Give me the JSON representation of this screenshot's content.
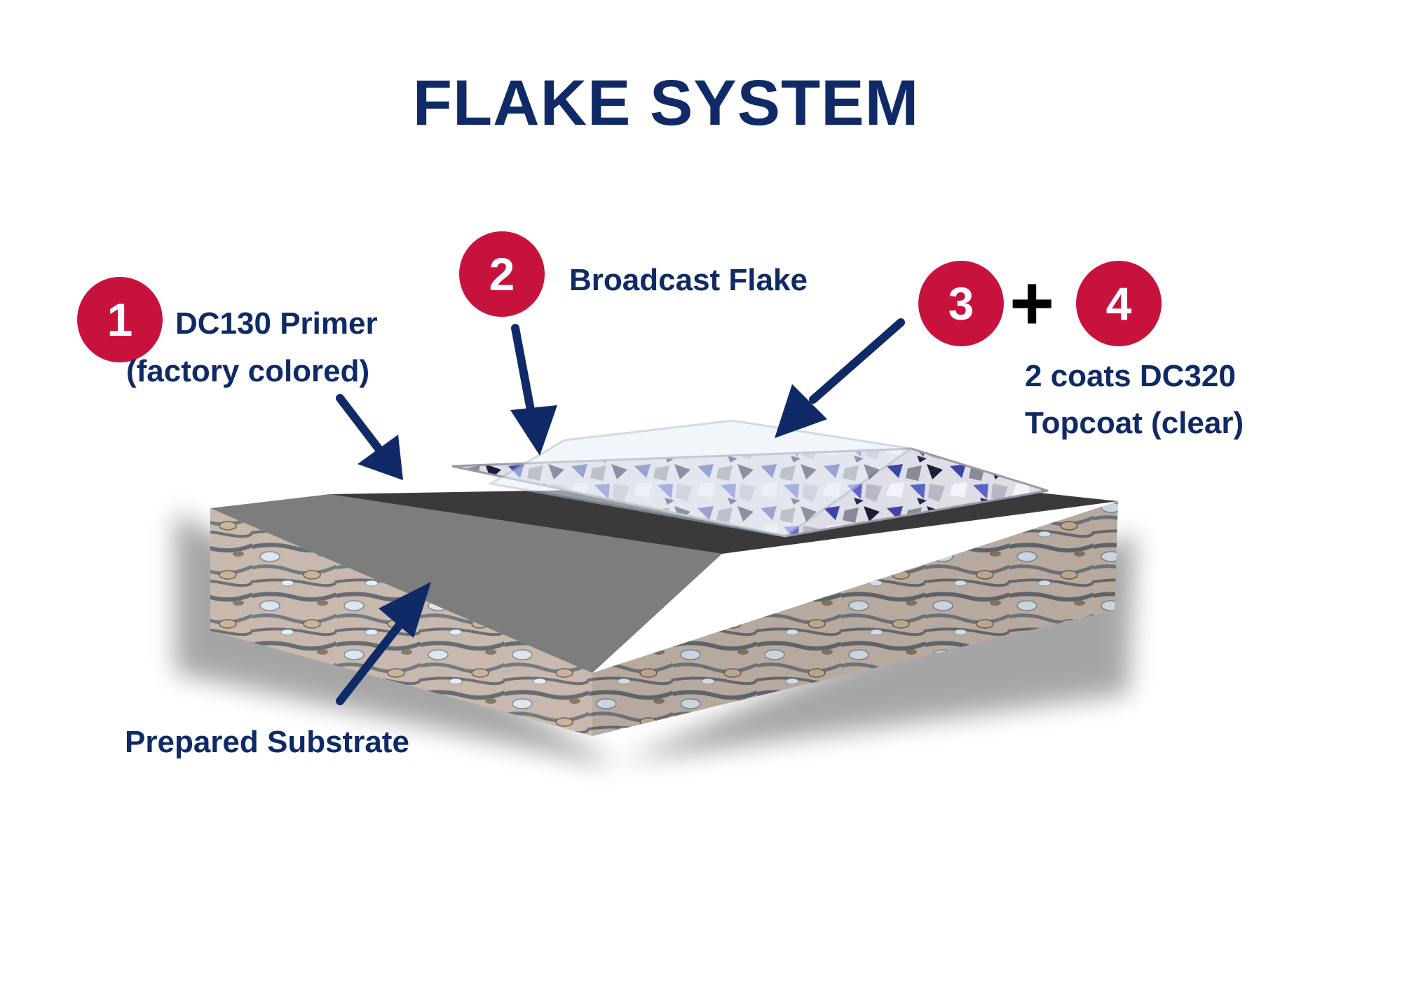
{
  "title": "FLAKE SYSTEM",
  "steps": [
    {
      "number": "1",
      "label_line1": "DC130 Primer",
      "label_line2": "(factory colored)"
    },
    {
      "number": "2",
      "label": "Broadcast Flake"
    },
    {
      "number": "3"
    },
    {
      "number": "4"
    }
  ],
  "plus": "+",
  "topcoat": {
    "line1": "2 coats DC320",
    "line2": "Topcoat (clear)"
  },
  "substrate_label": "Prepared Substrate",
  "colors": {
    "navy": "#0f2a66",
    "badge": "#c8123e",
    "primer": "#3a3a3a",
    "substrate_top": "#7d7d7b"
  }
}
